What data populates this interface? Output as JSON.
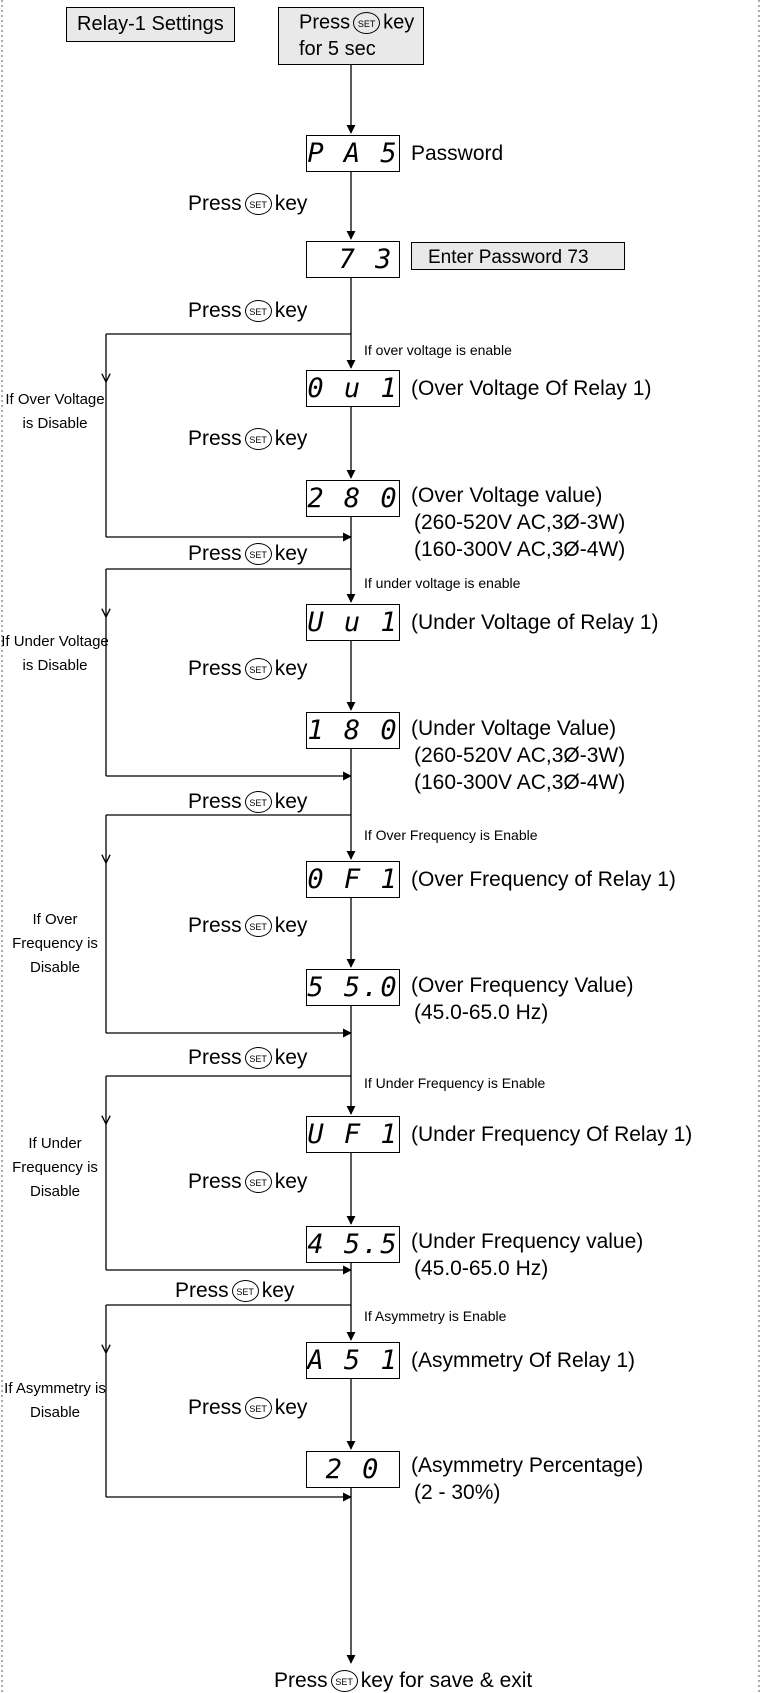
{
  "header": {
    "title": "Relay-1 Settings",
    "start_press": "Press",
    "start_key": "key",
    "start_duration": "for 5 sec"
  },
  "set_key_label": "SET",
  "password": {
    "display": "P A 5",
    "label": "Password",
    "value_display": "7 3",
    "hint": "Enter Password 73"
  },
  "press": {
    "word": "Press",
    "key": "key"
  },
  "sections": [
    {
      "enable_text": "If over voltage is enable",
      "disable_text": "If Over Voltage is Disable",
      "code_display": "0 u 1",
      "code_desc": "(Over Voltage Of Relay  1)",
      "value_display": "2 8 0",
      "value_desc": [
        "(Over Voltage value)",
        "(260-520V AC,3Ø-3W)",
        "(160-300V AC,3Ø-4W)"
      ]
    },
    {
      "enable_text": "If under voltage is enable",
      "disable_text": "If Under Voltage is Disable",
      "code_display": "U u 1",
      "code_desc": "(Under Voltage of Relay 1)",
      "value_display": "1 8 0",
      "value_desc": [
        "(Under Voltage Value)",
        "(260-520V AC,3Ø-3W)",
        "(160-300V AC,3Ø-4W)"
      ]
    },
    {
      "enable_text": "If Over Frequency is Enable",
      "disable_text": "If Over Frequency is Disable",
      "code_display": "0 F 1",
      "code_desc": "(Over Frequency of Relay 1)",
      "value_display": "5 5.0",
      "value_desc": [
        "(Over Frequency Value)",
        "(45.0-65.0 Hz)"
      ]
    },
    {
      "enable_text": "If Under Frequency is Enable",
      "disable_text": "If Under Frequency is Disable",
      "code_display": "U F 1",
      "code_desc": "(Under Frequency Of Relay 1)",
      "value_display": "4 5.5",
      "value_desc": [
        "(Under Frequency value)",
        "(45.0-65.0 Hz)"
      ]
    },
    {
      "enable_text": "If Asymmetry is Enable",
      "disable_text": "If Asymmetry is Disable",
      "code_display": "A 5 1",
      "code_desc": "(Asymmetry Of Relay 1)",
      "value_display": "2 0",
      "value_desc": [
        "(Asymmetry Percentage)",
        "(2 - 30%)"
      ]
    }
  ],
  "footer": {
    "press": "Press",
    "text": "key for save & exit"
  }
}
